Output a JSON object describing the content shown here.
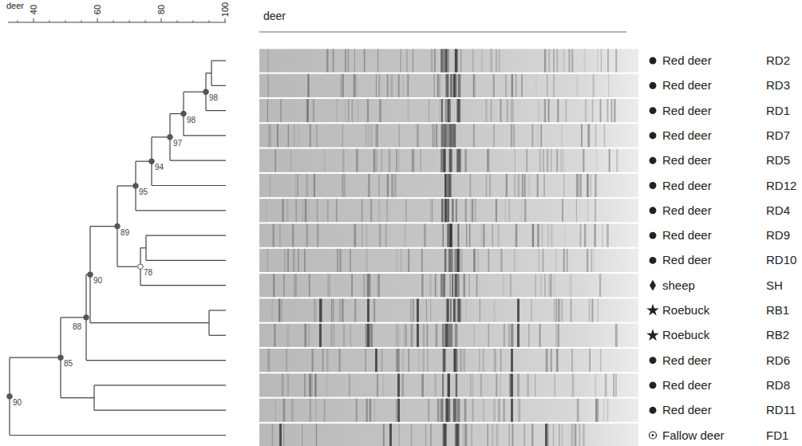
{
  "diagram": {
    "labels": [
      "deer",
      "40",
      "60",
      "80",
      "100",
      "deer",
      "98",
      "98",
      "97",
      "94",
      "95",
      "89",
      "78",
      "90",
      "88",
      "85",
      "90",
      "Red deer",
      "RD2",
      "Red deer",
      "RD3",
      "Red deer",
      "RD1",
      "Red deer",
      "RD7",
      "Red deer",
      "RD5",
      "Red deer",
      "RD12",
      "Red deer",
      "RD4",
      "Red deer",
      "RD9",
      "Red deer",
      "RD10",
      "sheep",
      "SH",
      "Roebuck",
      "RB1",
      "Roebuck",
      "RB2",
      "Red deer",
      "RD6",
      "Red deer",
      "RD8",
      "Red deer",
      "RD11",
      "Fallow deer",
      "FD1"
    ]
  }
}
